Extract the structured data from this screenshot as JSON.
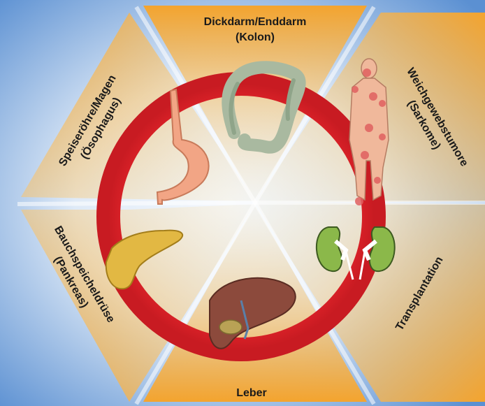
{
  "segments": {
    "colon": {
      "line1": "Dickdarm/Enddarm",
      "line2": "(Kolon)"
    },
    "sarcoma": {
      "line1": "Weichgewebstumore",
      "line2": "(Sarkome)"
    },
    "transplant": {
      "line1": "Transplantation"
    },
    "liver": {
      "line1": "Leber"
    },
    "pancreas": {
      "line1": "Bauchspeicheldrüse",
      "line2": "(Pankreas)"
    },
    "esophagus": {
      "line1": "Speiseröhre/Magen",
      "line2": "(Ösophagus)"
    }
  },
  "colors": {
    "ring": "#e8262c",
    "panel_orange": "#f4a42e",
    "panel_light": "#fbe3b0",
    "background_blue": "#6e9fd8",
    "background_light": "#e8f0fa"
  }
}
